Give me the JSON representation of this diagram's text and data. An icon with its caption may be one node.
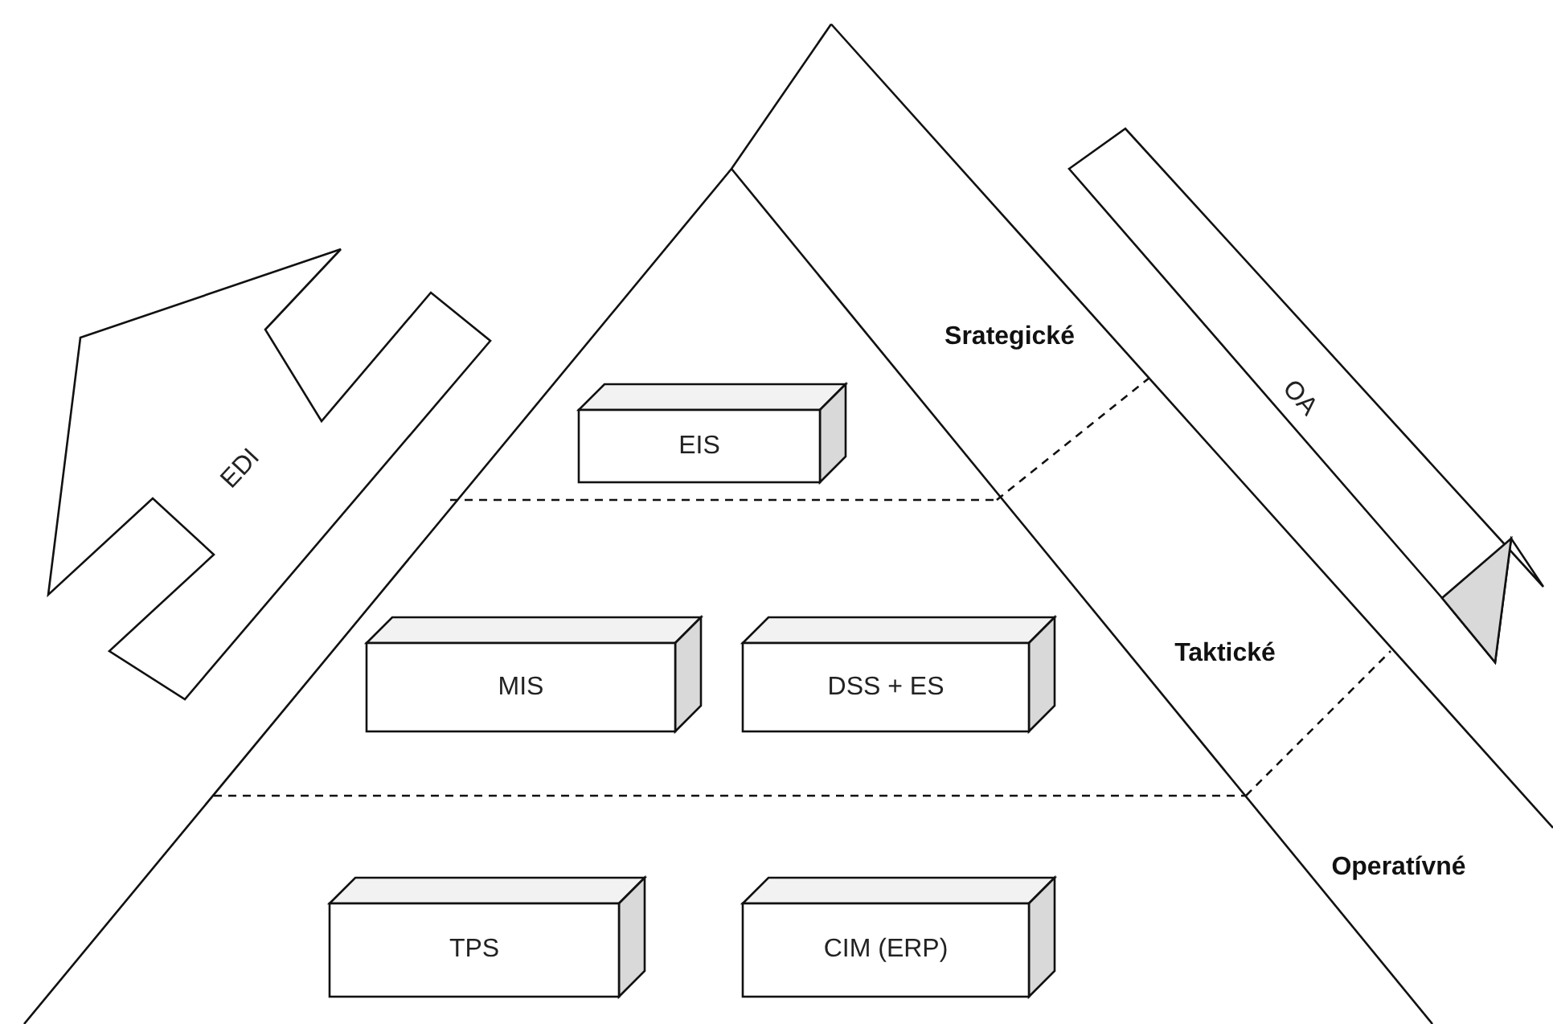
{
  "diagram": {
    "nodes": [
      {
        "text": [
          "EDI"
        ]
      },
      {
        "text": [
          "EIS"
        ]
      },
      {
        "text": [
          "MIS"
        ]
      },
      {
        "text": [
          "DSS + ES"
        ]
      },
      {
        "text": [
          "TPS"
        ]
      },
      {
        "text": [
          "CIM (ERP)"
        ]
      },
      {
        "text": [
          "OA"
        ]
      }
    ],
    "labels": [
      "Srategické",
      "Taktické",
      "Operatívné"
    ]
  }
}
